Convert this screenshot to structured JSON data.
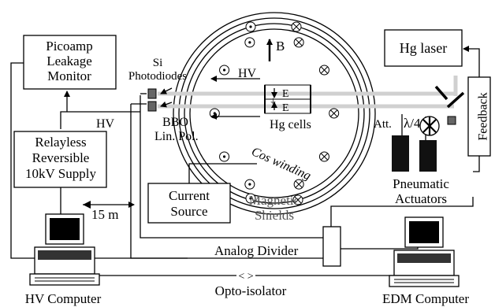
{
  "labels": {
    "picoamp": [
      "Picoamp",
      "Leakage",
      "Monitor"
    ],
    "si_photodiodes": [
      "Si",
      "Photodiodes"
    ],
    "hv_left": "HV",
    "bbo": [
      "BBO",
      "Lin. Pol."
    ],
    "relayless": [
      "Relayless",
      "Reversible",
      "10kV Supply"
    ],
    "hv_in_shield": "HV",
    "b_field": "B",
    "e_top": "E",
    "e_bottom": "E",
    "hg_cells": "Hg cells",
    "cos_winding": "Cos winding",
    "current_source": [
      "Current",
      "Source"
    ],
    "magnetic_shields": [
      "Magnetic",
      "Shields"
    ],
    "hg_laser": "Hg laser",
    "feedback": "Feedback",
    "att": "Att.",
    "lambda4": "λ/4",
    "pneumatic": [
      "Pneumatic",
      "Actuators"
    ],
    "distance": "15 m",
    "analog_divider": "Analog Divider",
    "opto_isolator": "Opto-isolator",
    "opto_symbol": "< >",
    "hv_computer": "HV Computer",
    "edm_computer": "EDM Computer"
  }
}
